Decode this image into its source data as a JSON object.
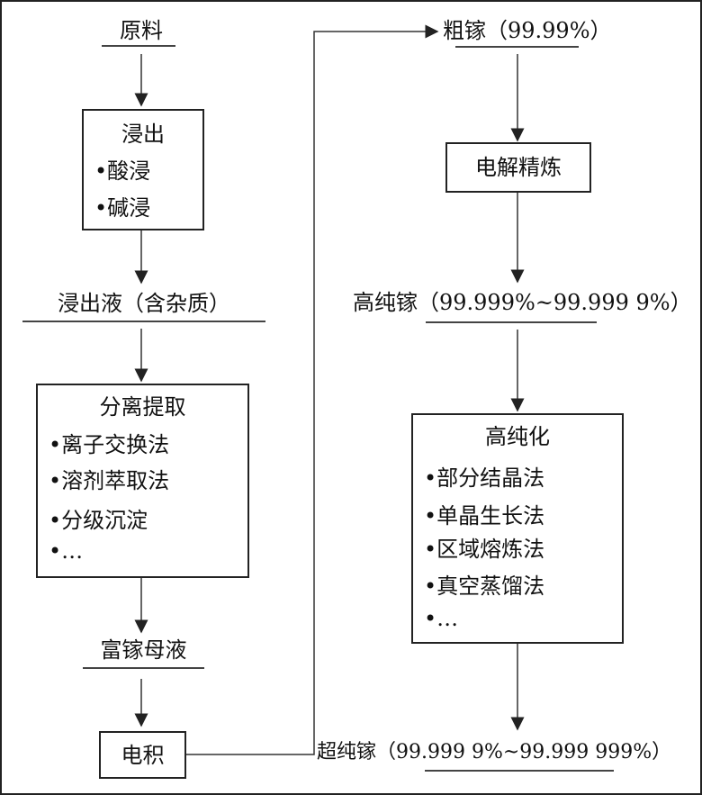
{
  "left": {
    "raw": "原料",
    "leach_box": {
      "title": "浸出",
      "items": [
        "•酸浸",
        "•碱浸"
      ]
    },
    "leachate": "浸出液（含杂质）",
    "sep_box": {
      "title": "分离提取",
      "items": [
        "•离子交换法",
        "•溶剂萃取法",
        "•分级沉淀",
        "•…"
      ]
    },
    "mother": "富镓母液",
    "electro": "电积"
  },
  "right": {
    "crude": "粗镓（99.99%）",
    "refine": "电解精炼",
    "high": "高纯镓（99.999%~99.999 9%）",
    "purify_box": {
      "title": "高纯化",
      "items": [
        "•部分结晶法",
        "•单晶生长法",
        "•区域熔炼法",
        "•真空蒸馏法",
        "•…"
      ]
    },
    "ultra": "超纯镓（99.999 9%~99.999 999%）"
  }
}
